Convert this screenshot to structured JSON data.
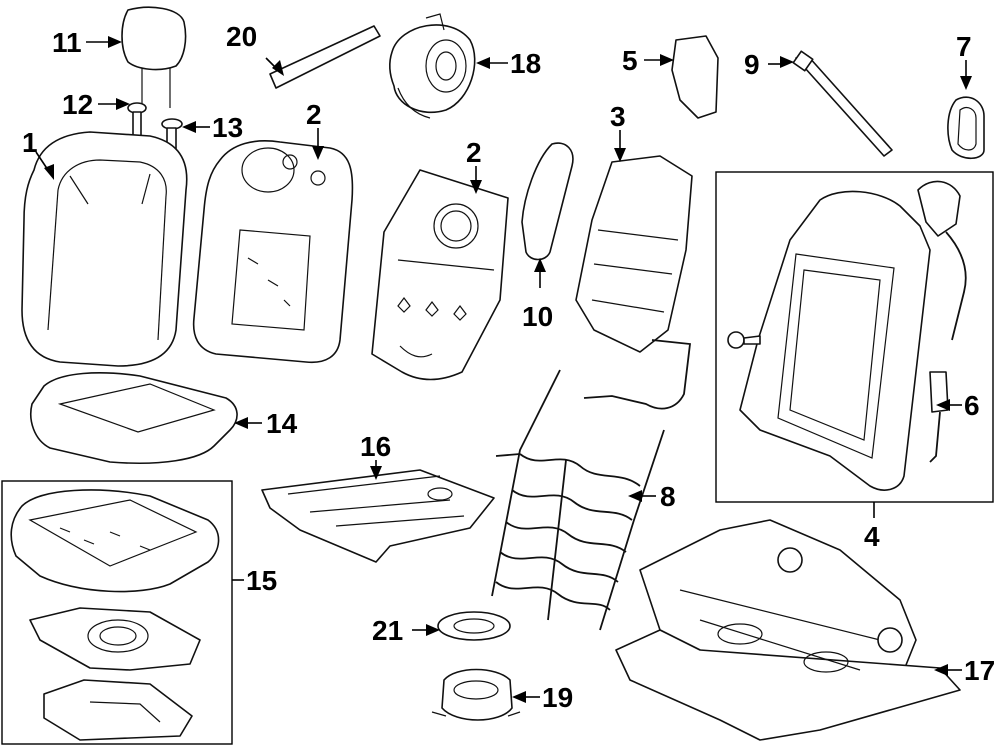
{
  "callouts": {
    "c1": "1",
    "c2a": "2",
    "c2b": "2",
    "c3": "3",
    "c4": "4",
    "c5": "5",
    "c6": "6",
    "c7": "7",
    "c8": "8",
    "c9": "9",
    "c10": "10",
    "c11": "11",
    "c12": "12",
    "c13": "13",
    "c14": "14",
    "c15": "15",
    "c16": "16",
    "c17": "17",
    "c18": "18",
    "c19": "19",
    "c20": "20",
    "c21": "21"
  }
}
